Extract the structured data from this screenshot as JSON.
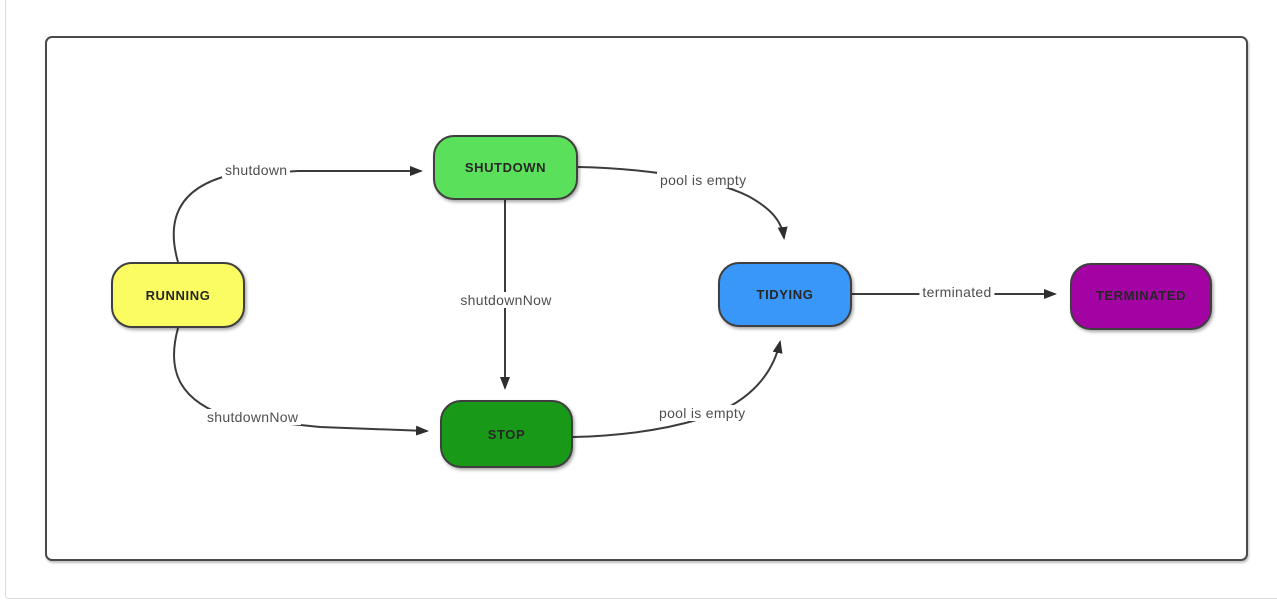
{
  "diagram": {
    "type": "state-diagram",
    "nodes": [
      {
        "id": "running",
        "label": "RUNNING",
        "fill": "#fbfb62"
      },
      {
        "id": "shutdown",
        "label": "SHUTDOWN",
        "fill": "#5be05b"
      },
      {
        "id": "stop",
        "label": "STOP",
        "fill": "#189a18"
      },
      {
        "id": "tidying",
        "label": "TIDYING",
        "fill": "#3897f8"
      },
      {
        "id": "terminated",
        "label": "TERMINATED",
        "fill": "#a203a2"
      }
    ],
    "edges": [
      {
        "from": "RUNNING",
        "to": "SHUTDOWN",
        "label": "shutdown"
      },
      {
        "from": "RUNNING",
        "to": "STOP",
        "label": "shutdownNow"
      },
      {
        "from": "SHUTDOWN",
        "to": "STOP",
        "label": "shutdownNow"
      },
      {
        "from": "SHUTDOWN",
        "to": "TIDYING",
        "label": "pool is empty"
      },
      {
        "from": "STOP",
        "to": "TIDYING",
        "label": "pool is empty"
      },
      {
        "from": "TIDYING",
        "to": "TERMINATED",
        "label": "terminated"
      }
    ],
    "colors": {
      "edge_stroke": "#3c3c3c",
      "arrow_fill": "#2e2e2e",
      "frame_border": "#4a4a4a",
      "edge_label_text": "#4f4f4f"
    }
  }
}
